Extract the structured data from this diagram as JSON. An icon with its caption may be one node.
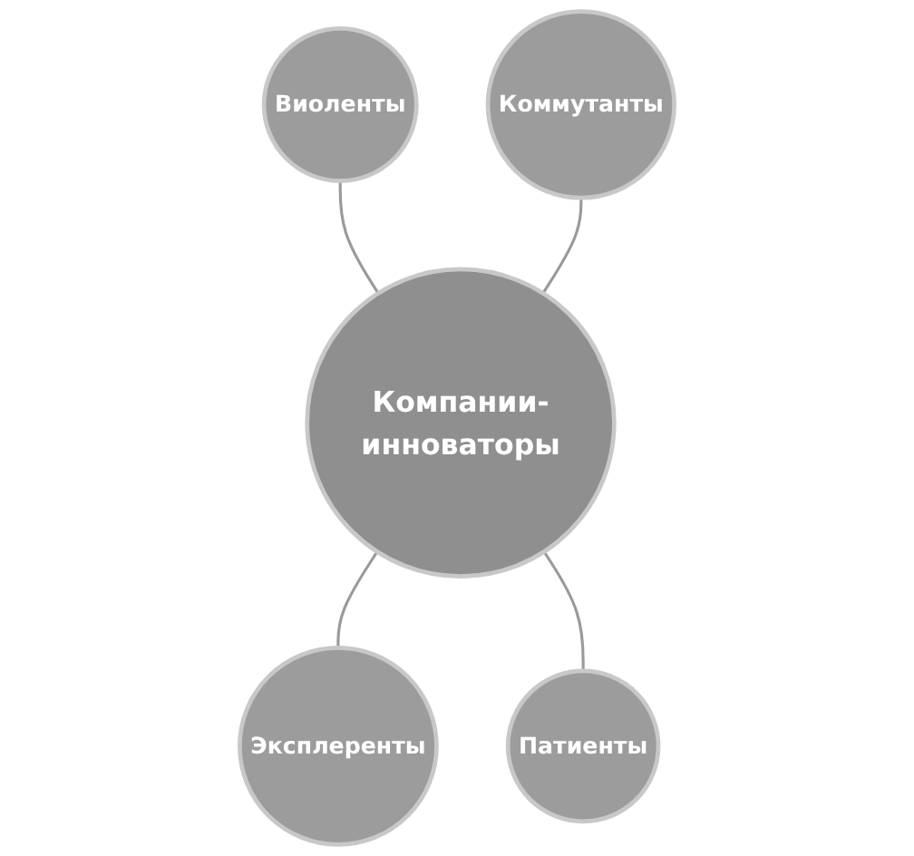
{
  "diagram": {
    "nodes": [
      {
        "text": [
          "Виоленты"
        ]
      },
      {
        "text": [
          "Коммутанты"
        ]
      },
      {
        "text": [
          "Компании-инноваторы"
        ]
      },
      {
        "text": [
          "Эксплеренты"
        ]
      },
      {
        "text": [
          "Патиенты"
        ]
      }
    ],
    "edges": [
      {
        "from": 0,
        "to": 2,
        "arrow": "none"
      },
      {
        "from": 1,
        "to": 2,
        "arrow": "none"
      },
      {
        "from": 2,
        "to": 3,
        "arrow": "none"
      },
      {
        "from": 2,
        "to": 4,
        "arrow": "none"
      }
    ]
  }
}
